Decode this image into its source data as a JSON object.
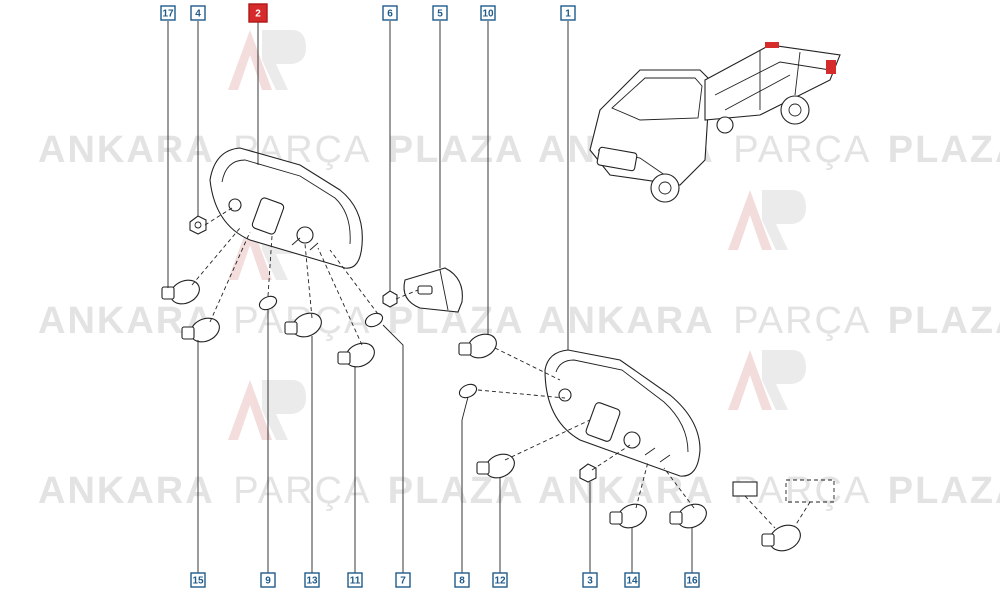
{
  "watermark": {
    "prefix": "ANKARA",
    "middle": "PARÇA",
    "suffix": "PLAZA",
    "logo_color": "#f2d9d9"
  },
  "accent_color": "#1f5a8a",
  "highlight_color": "#d62b2b",
  "callouts_top": [
    {
      "label": "17",
      "highlighted": false
    },
    {
      "label": "4",
      "highlighted": false
    },
    {
      "label": "2",
      "highlighted": true
    },
    {
      "label": "6",
      "highlighted": false
    },
    {
      "label": "5",
      "highlighted": false
    },
    {
      "label": "10",
      "highlighted": false
    },
    {
      "label": "1",
      "highlighted": false
    }
  ],
  "callouts_bottom": [
    {
      "label": "15"
    },
    {
      "label": "9"
    },
    {
      "label": "13"
    },
    {
      "label": "11"
    },
    {
      "label": "7"
    },
    {
      "label": "8"
    },
    {
      "label": "12"
    },
    {
      "label": "3"
    },
    {
      "label": "14"
    },
    {
      "label": "16"
    }
  ]
}
